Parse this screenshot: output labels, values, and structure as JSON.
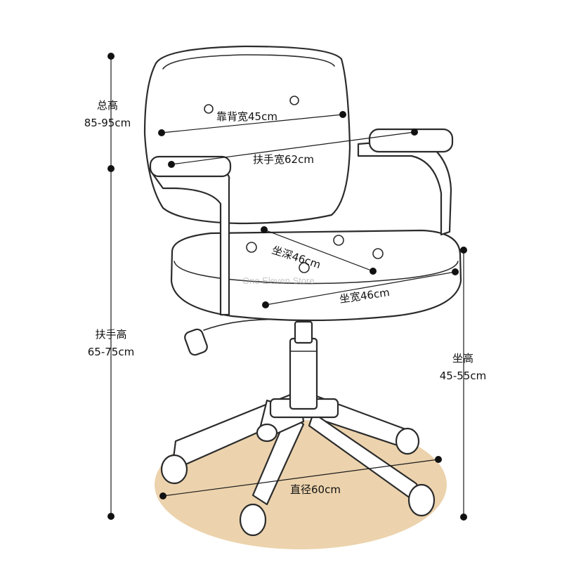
{
  "watermark": "One Eleven Store",
  "colors": {
    "floor_disk": "#ecd3ad",
    "outline": "#2b2b2b",
    "dimension": "#111111"
  },
  "dimensions": {
    "overall_height": {
      "title": "总高",
      "value": "85-95cm"
    },
    "armrest_height": {
      "title": "扶手高",
      "value": "65-75cm"
    },
    "seat_height": {
      "title": "坐高",
      "value": "45-55cm"
    },
    "backrest_width": {
      "label": "靠背宽45cm"
    },
    "armrest_width": {
      "label": "扶手宽62cm"
    },
    "seat_depth": {
      "label": "坐深46cm"
    },
    "seat_width": {
      "label": "坐宽46cm"
    },
    "base_diameter": {
      "label": "直径60cm"
    }
  }
}
